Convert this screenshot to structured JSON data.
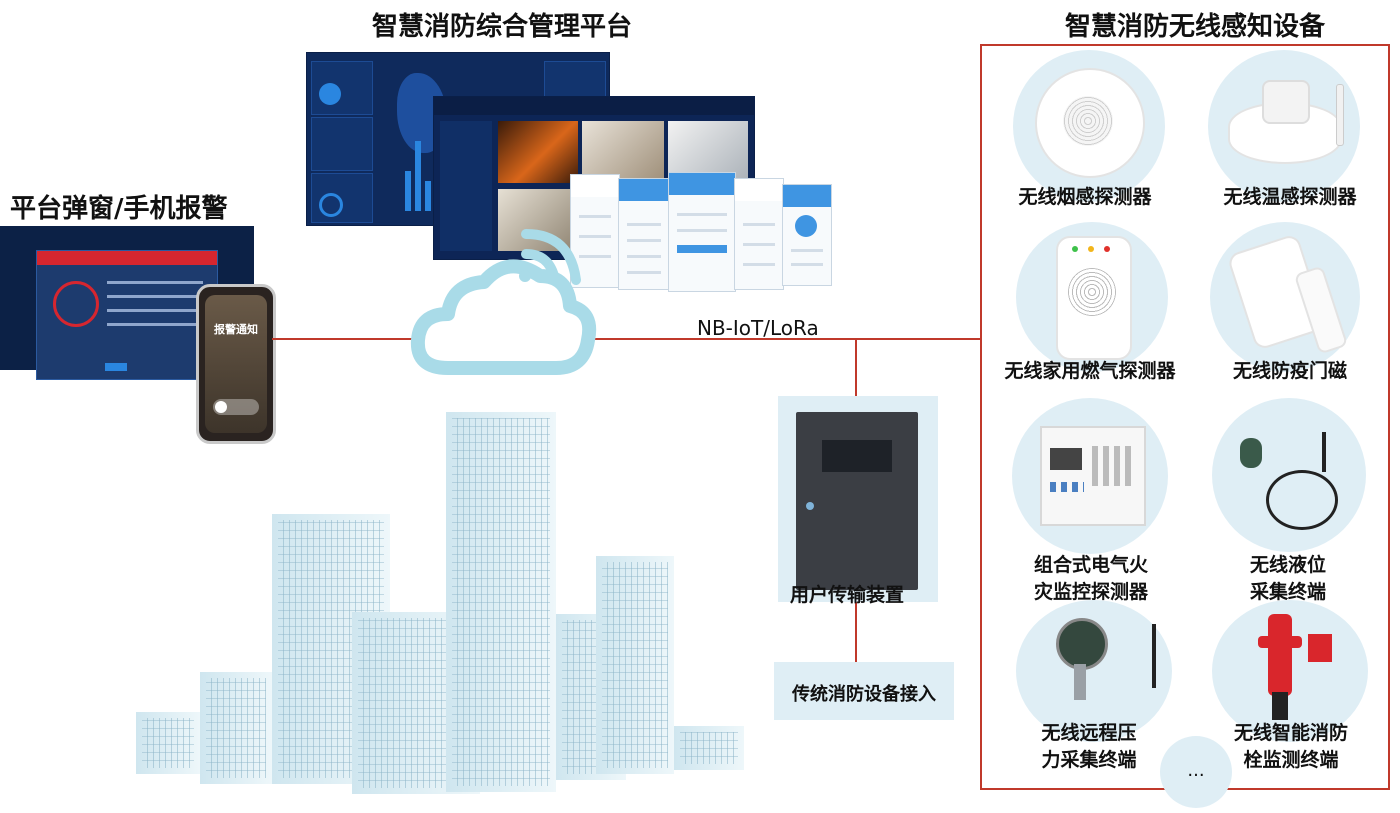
{
  "titles": {
    "platform": "智慧消防综合管理平台",
    "alarm": "平台弹窗/手机报警",
    "devices": "智慧消防无线感知设备"
  },
  "network_label": "NB-IoT/LoRa",
  "phone_alert": {
    "title": "报警通知"
  },
  "transmission": {
    "label": "用户传输装置",
    "legacy_label": "传统消防设备接入"
  },
  "devices": [
    {
      "name": "无线烟感探测器",
      "lines": [
        "无线烟感探测器"
      ]
    },
    {
      "name": "无线温感探测器",
      "lines": [
        "无线温感探测器"
      ]
    },
    {
      "name": "无线家用燃气探测器",
      "lines": [
        "无线家用燃气探测器"
      ]
    },
    {
      "name": "无线防疫门磁",
      "lines": [
        "无线防疫门磁"
      ]
    },
    {
      "name": "组合式电气火灾监控探测器",
      "lines": [
        "组合式电气火",
        "灾监控探测器"
      ]
    },
    {
      "name": "无线液位采集终端",
      "lines": [
        "无线液位",
        "采集终端"
      ]
    },
    {
      "name": "无线远程压力采集终端",
      "lines": [
        "无线远程压",
        "力采集终端"
      ]
    },
    {
      "name": "无线智能消防栓监测终端",
      "lines": [
        "无线智能消防",
        "栓监测终端"
      ]
    }
  ],
  "more": "...",
  "colors": {
    "accent_line": "#c0392b",
    "cloud": "#a9dbe8",
    "device_bg": "#dfeef5",
    "dashboard_bg": "#0f2a5c"
  }
}
